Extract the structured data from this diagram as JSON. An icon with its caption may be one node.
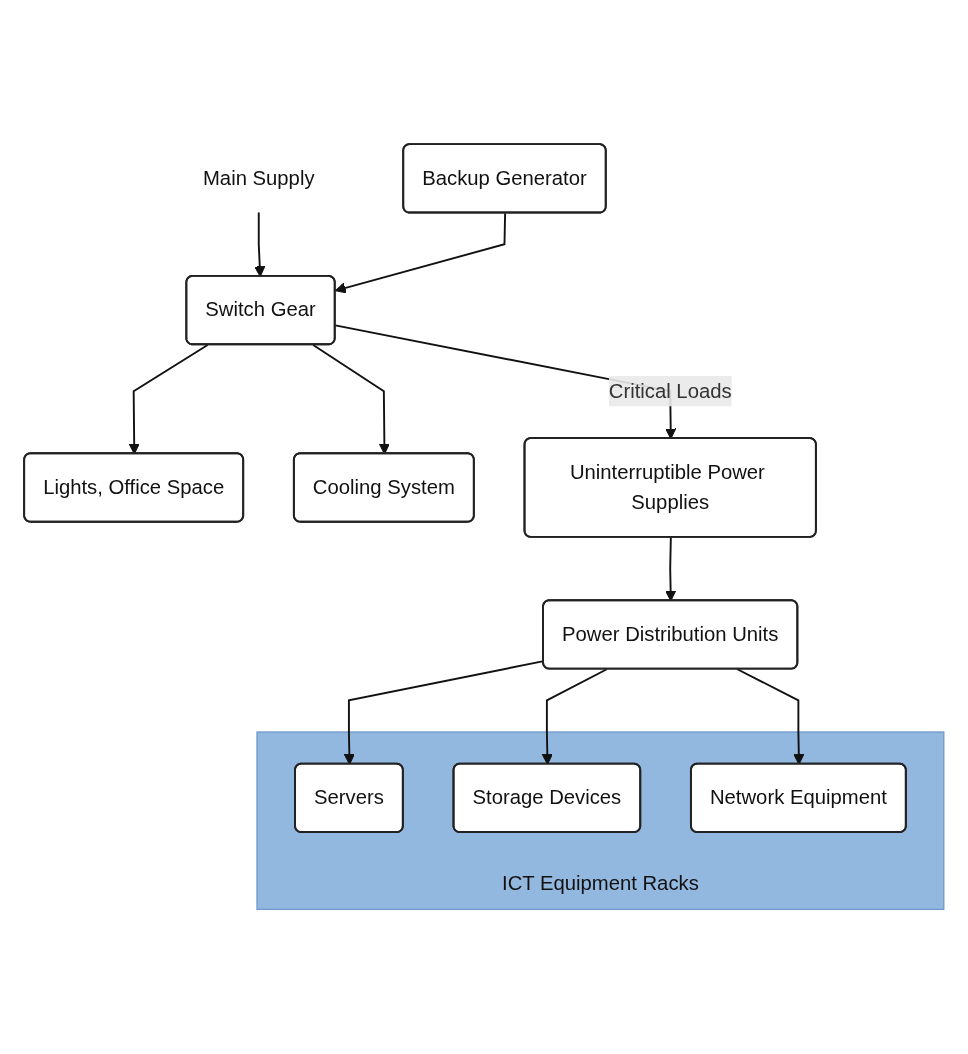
{
  "diagram": {
    "nodes": [
      {
        "text": [
          "Main Supply"
        ]
      },
      {
        "text": [
          "Backup Generator"
        ]
      },
      {
        "text": [
          "Switch Gear"
        ]
      },
      {
        "text": [
          "Lights, Office Space"
        ]
      },
      {
        "text": [
          "Cooling System"
        ]
      },
      {
        "text": [
          "Uninterruptible Power Supplies"
        ]
      },
      {
        "text": [
          "Power Distribution Units"
        ]
      },
      {
        "text": [
          "ICT Equipment Racks"
        ]
      },
      {
        "text": [
          "Servers"
        ],
        "in": 7
      },
      {
        "text": [
          "Storage Devices"
        ],
        "in": 7
      },
      {
        "text": [
          "Network Equipment"
        ],
        "in": 7
      }
    ],
    "edges": [
      {
        "from": 0,
        "to": 2,
        "arrow": "to"
      },
      {
        "from": 1,
        "to": 2,
        "arrow": "to"
      },
      {
        "from": 2,
        "to": 3,
        "arrow": "to"
      },
      {
        "from": 2,
        "to": 4,
        "arrow": "to"
      },
      {
        "from": 2,
        "to": 5,
        "label": "Critical Loads",
        "arrow": "to"
      },
      {
        "from": 5,
        "to": 6,
        "arrow": "to"
      },
      {
        "from": 6,
        "to": 8,
        "arrow": "to"
      },
      {
        "from": 6,
        "to": 9,
        "arrow": "to"
      },
      {
        "from": 6,
        "to": 10,
        "arrow": "to"
      }
    ]
  }
}
